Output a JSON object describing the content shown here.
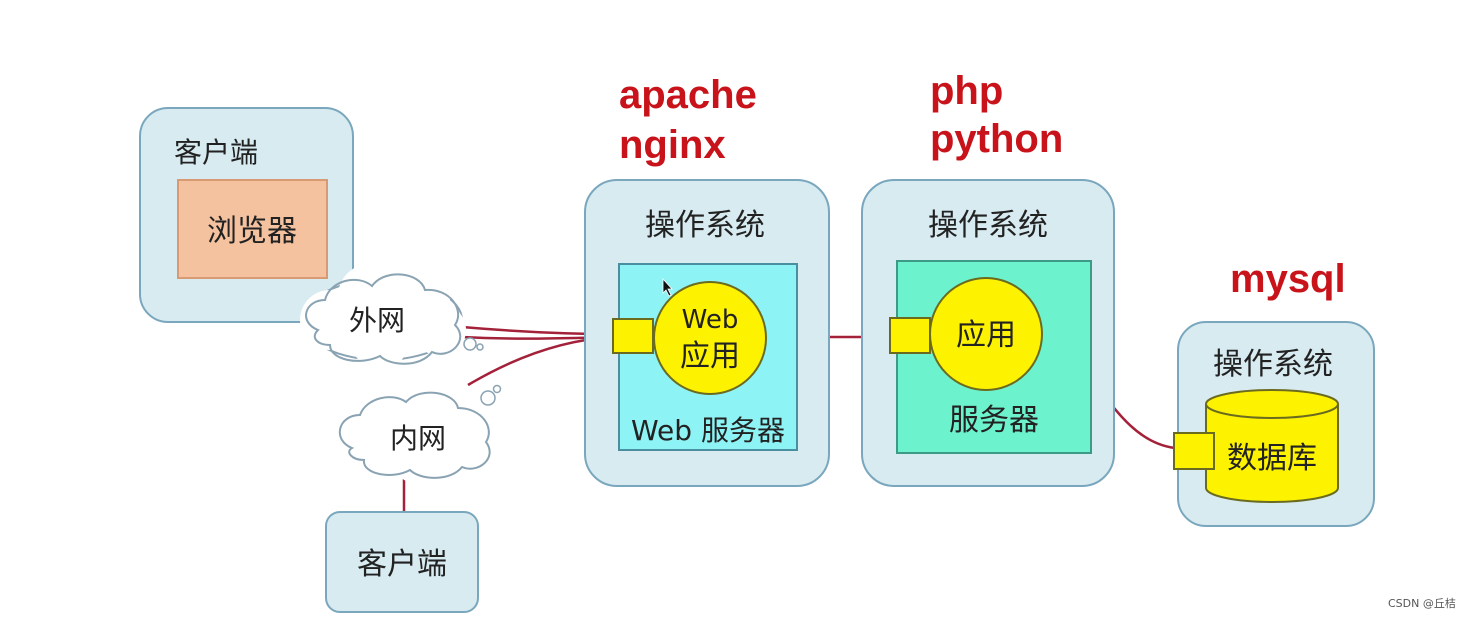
{
  "client_top": {
    "title": "客户端",
    "browser": "浏览器"
  },
  "cloud_external": "外网",
  "cloud_internal": "内网",
  "client_bottom": {
    "title": "客户端"
  },
  "web_server": {
    "os": "操作系统",
    "app_line1": "Web",
    "app_line2": "应用",
    "server": "Web 服务器",
    "tech_line1": "apache",
    "tech_line2": "nginx"
  },
  "app_server": {
    "os": "操作系统",
    "app": "应用",
    "server": "服务器",
    "tech_line1": "php",
    "tech_line2": "python"
  },
  "db_server": {
    "os": "操作系统",
    "db": "数据库",
    "tech": "mysql"
  },
  "watermark": "CSDN @丘桔",
  "colors": {
    "box_fill": "#d7ebf1",
    "box_stroke": "#7aa7bd",
    "browser_fill": "#f5c2a0",
    "web_inner_fill": "#8ef3f5",
    "app_inner_fill": "#6cf2cc",
    "app_circle_fill": "#fdf200",
    "connector": "#a3223a",
    "tech_label": "#c8131b"
  }
}
